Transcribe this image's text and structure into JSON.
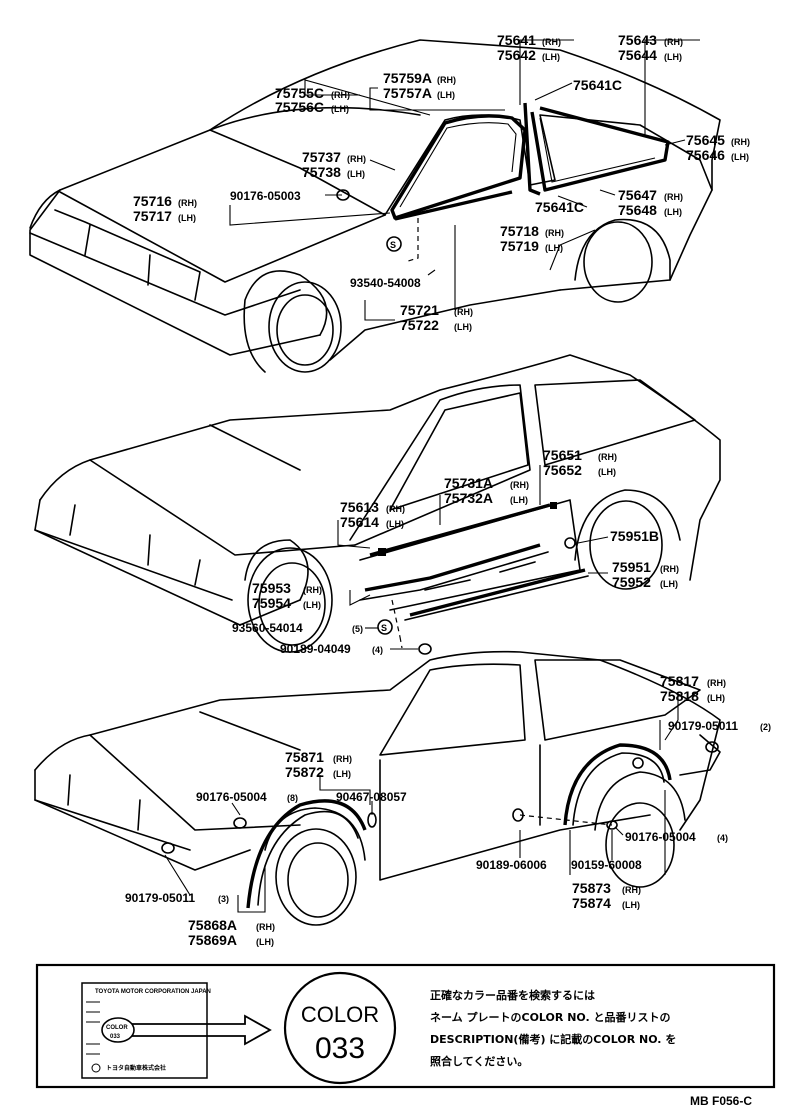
{
  "diagram": {
    "section1": {
      "p75641": "75641",
      "p75641_s": "(RH)",
      "p75642": "75642",
      "p75642_s": "(LH)",
      "p75643": "75643",
      "p75643_s": "(RH)",
      "p75644": "75644",
      "p75644_s": "(LH)",
      "p75759A": "75759A",
      "p75759A_s": "(RH)",
      "p75757A": "75757A",
      "p75757A_s": "(LH)",
      "p75755C": "75755C",
      "p75755C_s": "(RH)",
      "p75756C": "75756C",
      "p75756C_s": "(LH)",
      "p75641C_top": "75641C",
      "p75645": "75645",
      "p75645_s": "(RH)",
      "p75646": "75646",
      "p75646_s": "(LH)",
      "p75737": "75737",
      "p75737_s": "(RH)",
      "p75738": "75738",
      "p75738_s": "(LH)",
      "p75716": "75716",
      "p75716_s": "(RH)",
      "p75717": "75717",
      "p75717_s": "(LH)",
      "p90176_05003": "90176-05003",
      "p75641C_mid": "75641C",
      "p75647": "75647",
      "p75647_s": "(RH)",
      "p75648": "75648",
      "p75648_s": "(LH)",
      "p75718": "75718",
      "p75718_s": "(RH)",
      "p75719": "75719",
      "p75719_s": "(LH)",
      "p93540_54008": "93540-54008",
      "p75721": "75721",
      "p75721_s": "(RH)",
      "p75722": "75722",
      "p75722_s": "(LH)"
    },
    "section2": {
      "p75651": "75651",
      "p75651_s": "(RH)",
      "p75652": "75652",
      "p75652_s": "(LH)",
      "p75731A": "75731A",
      "p75731A_s": "(RH)",
      "p75732A": "75732A",
      "p75732A_s": "(LH)",
      "p75613": "75613",
      "p75613_s": "(RH)",
      "p75614": "75614",
      "p75614_s": "(LH)",
      "p75951B": "75951B",
      "p75951": "75951",
      "p75951_s": "(RH)",
      "p75952": "75952",
      "p75952_s": "(LH)",
      "p75953": "75953",
      "p75953_s": "(RH)",
      "p75954": "75954",
      "p75954_s": "(LH)",
      "p93560_54014": "93560-54014",
      "p93560_54014_q": "(5)",
      "p90189_04049": "90189-04049",
      "p90189_04049_q": "(4)"
    },
    "section3": {
      "p75817": "75817",
      "p75817_s": "(RH)",
      "p75818": "75818",
      "p75818_s": "(LH)",
      "p90179_05011_r": "90179-05011",
      "p90179_05011_r_q": "(2)",
      "p75871": "75871",
      "p75871_s": "(RH)",
      "p75872": "75872",
      "p75872_s": "(LH)",
      "p90176_05004_l": "90176-05004",
      "p90176_05004_l_q": "(8)",
      "p90467_08057": "90467-08057",
      "p90176_05004_r": "90176-05004",
      "p90176_05004_r_q": "(4)",
      "p90189_06006": "90189-06006",
      "p90159_60008": "90159-60008",
      "p75873": "75873",
      "p75873_s": "(RH)",
      "p75874": "75874",
      "p75874_s": "(LH)",
      "p90179_05011_l": "90179-05011",
      "p90179_05011_l_q": "(3)",
      "p75868A": "75868A",
      "p75868A_s": "(RH)",
      "p75869A": "75869A",
      "p75869A_s": "(LH)"
    },
    "clip_symbol": "S"
  },
  "note_box": {
    "plate_header": "TOYOTA MOTOR CORPORATION JAPAN",
    "plate_color_word": "COLOR",
    "plate_color_num": "033",
    "plate_footer": "トヨタ自動車株式会社",
    "color_title": "COLOR",
    "color_number": "033",
    "note_line1": "正確なカラー品番を検索するには",
    "note_line2": "ネーム プレートのCOLOR NO. と品番リストの",
    "note_line3": "DESCRIPTION(備考) に記載のCOLOR NO. を",
    "note_line4": "照合してください。"
  },
  "footer": {
    "code": "MB F056-C"
  }
}
